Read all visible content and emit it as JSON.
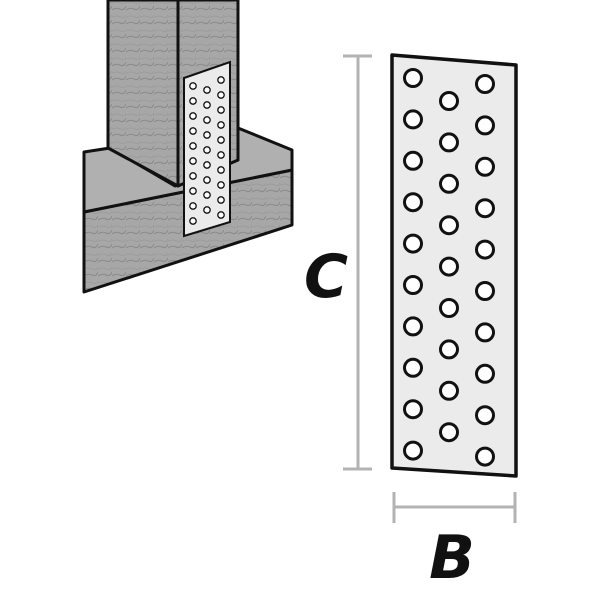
{
  "figure": {
    "dimension_labels": {
      "height": "C",
      "width": "B"
    },
    "plate": {
      "hole_columns": 3,
      "holes_outer_column": 10,
      "holes_middle_column": 9
    },
    "colors": {
      "outline": "#111111",
      "wood_fill": "#a7a7a7",
      "wood_fill_dark": "#8f8f8f",
      "plate_fill": "#ebebeb",
      "dimension_line": "#b3b3b3"
    },
    "icons": {
      "wood_post": "wood-post-icon",
      "wood_beam": "wood-beam-icon",
      "mounted_plate": "mounted-perforated-plate-icon",
      "plate": "perforated-plate-icon"
    }
  }
}
